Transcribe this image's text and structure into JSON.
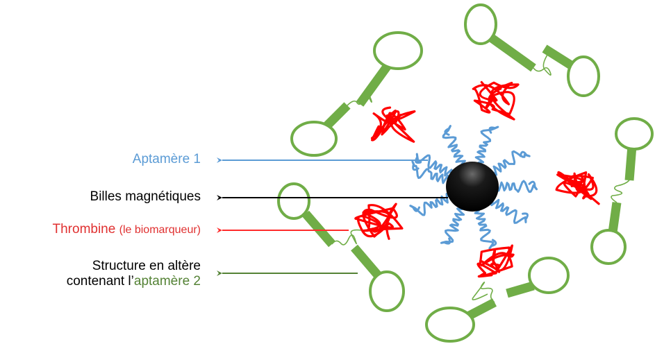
{
  "colors": {
    "aptamer1": "#5b9bd5",
    "bead": "#000000",
    "thrombin": "#ff0000",
    "aptamer2": "#70ad47",
    "aptamer2_text": "#548235",
    "black_text": "#000000",
    "label_red": "#e03030",
    "label_blue": "#5b9bd5"
  },
  "labels": {
    "aptamer1": "Aptamère 1",
    "beads": "Billes magnétiques",
    "thrombin_main": "Thrombine",
    "thrombin_sub": "(le biomarqueur)",
    "structure_line1": "Structure en altère",
    "structure_line2_prefix": "contenant l’",
    "structure_line2_highlight": "aptamère 2"
  }
}
